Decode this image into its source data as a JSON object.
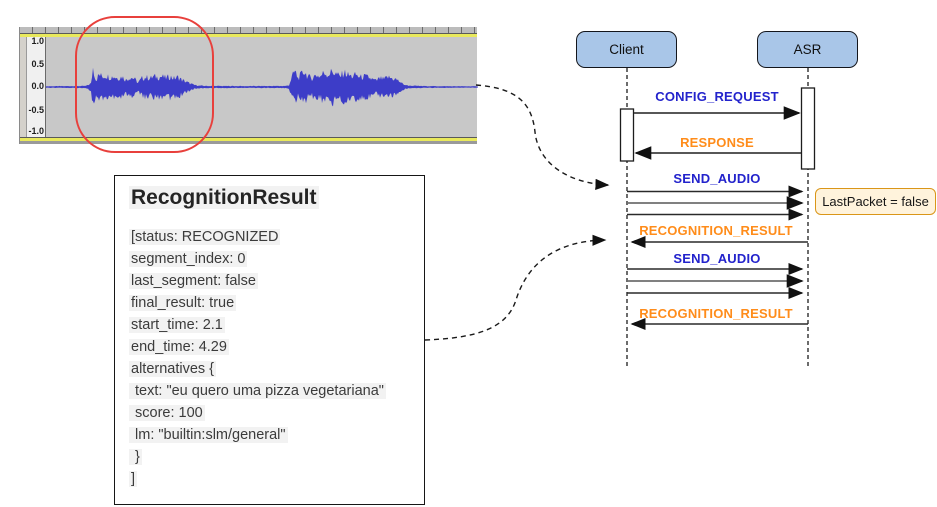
{
  "waveform": {
    "ruler_labels": [
      "1.0",
      "0.5",
      "0.0",
      "-0.5",
      "-1.0"
    ],
    "colors": {
      "wave": "#3d3dc8",
      "background": "#c8c8c8",
      "border_yellow": "#e9e95c",
      "highlight_red": "#e8403c"
    },
    "envelope": [
      [
        0,
        0.02
      ],
      [
        20,
        0.025
      ],
      [
        40,
        0.03
      ],
      [
        45,
        0.1
      ],
      [
        47,
        0.55
      ],
      [
        50,
        0.2
      ],
      [
        53,
        0.35
      ],
      [
        57,
        0.3
      ],
      [
        60,
        0.33
      ],
      [
        64,
        0.28
      ],
      [
        68,
        0.3
      ],
      [
        72,
        0.25
      ],
      [
        76,
        0.3
      ],
      [
        80,
        0.2
      ],
      [
        84,
        0.28
      ],
      [
        88,
        0.25
      ],
      [
        92,
        0.12
      ],
      [
        96,
        0.25
      ],
      [
        100,
        0.28
      ],
      [
        104,
        0.25
      ],
      [
        108,
        0.3
      ],
      [
        112,
        0.28
      ],
      [
        116,
        0.3
      ],
      [
        120,
        0.26
      ],
      [
        124,
        0.3
      ],
      [
        128,
        0.25
      ],
      [
        132,
        0.28
      ],
      [
        136,
        0.2
      ],
      [
        140,
        0.15
      ],
      [
        144,
        0.1
      ],
      [
        148,
        0.06
      ],
      [
        152,
        0.04
      ],
      [
        160,
        0.03
      ],
      [
        200,
        0.025
      ],
      [
        240,
        0.03
      ],
      [
        243,
        0.05
      ],
      [
        246,
        0.3
      ],
      [
        249,
        0.45
      ],
      [
        252,
        0.25
      ],
      [
        255,
        0.35
      ],
      [
        258,
        0.45
      ],
      [
        262,
        0.3
      ],
      [
        266,
        0.25
      ],
      [
        270,
        0.35
      ],
      [
        274,
        0.3
      ],
      [
        278,
        0.42
      ],
      [
        282,
        0.35
      ],
      [
        286,
        0.45
      ],
      [
        290,
        0.38
      ],
      [
        294,
        0.3
      ],
      [
        298,
        0.42
      ],
      [
        302,
        0.35
      ],
      [
        306,
        0.3
      ],
      [
        310,
        0.35
      ],
      [
        314,
        0.28
      ],
      [
        318,
        0.3
      ],
      [
        322,
        0.28
      ],
      [
        326,
        0.22
      ],
      [
        330,
        0.18
      ],
      [
        334,
        0.25
      ],
      [
        338,
        0.22
      ],
      [
        342,
        0.28
      ],
      [
        346,
        0.25
      ],
      [
        350,
        0.22
      ],
      [
        354,
        0.15
      ],
      [
        357,
        0.08
      ],
      [
        362,
        0.04
      ],
      [
        380,
        0.025
      ],
      [
        410,
        0.02
      ],
      [
        432,
        0.02
      ]
    ]
  },
  "recognition_result": {
    "title": "RecognitionResult",
    "lines": [
      "[status: RECOGNIZED",
      "segment_index: 0",
      "last_segment: false",
      "final_result: true",
      "start_time: 2.1",
      "end_time: 4.29",
      "alternatives {",
      " text: \"eu quero uma pizza vegetariana\"",
      " score: 100",
      " lm: \"builtin:slm/general\"",
      " }",
      "]"
    ]
  },
  "diagram": {
    "actors": [
      {
        "label": "Client",
        "fill": "#a9c6e8"
      },
      {
        "label": "ASR",
        "fill": "#a9c6e8"
      }
    ],
    "messages": [
      {
        "label": "CONFIG_REQUEST",
        "color": "#2323cc",
        "direction": "right",
        "arrow_count": 1
      },
      {
        "label": "RESPONSE",
        "color": "#ff8c1a",
        "direction": "left",
        "arrow_count": 1
      },
      {
        "label": "SEND_AUDIO",
        "color": "#2323cc",
        "direction": "right",
        "arrow_count": 3
      },
      {
        "label": "RECOGNITION_RESULT",
        "color": "#ff8c1a",
        "direction": "left",
        "arrow_count": 1
      },
      {
        "label": "SEND_AUDIO",
        "color": "#2323cc",
        "direction": "right",
        "arrow_count": 3
      },
      {
        "label": "RECOGNITION_RESULT",
        "color": "#ff8c1a",
        "direction": "left",
        "arrow_count": 1
      }
    ],
    "note": {
      "label": "LastPacket = false",
      "fill": "#fff3dc",
      "border": "#da9618"
    }
  }
}
